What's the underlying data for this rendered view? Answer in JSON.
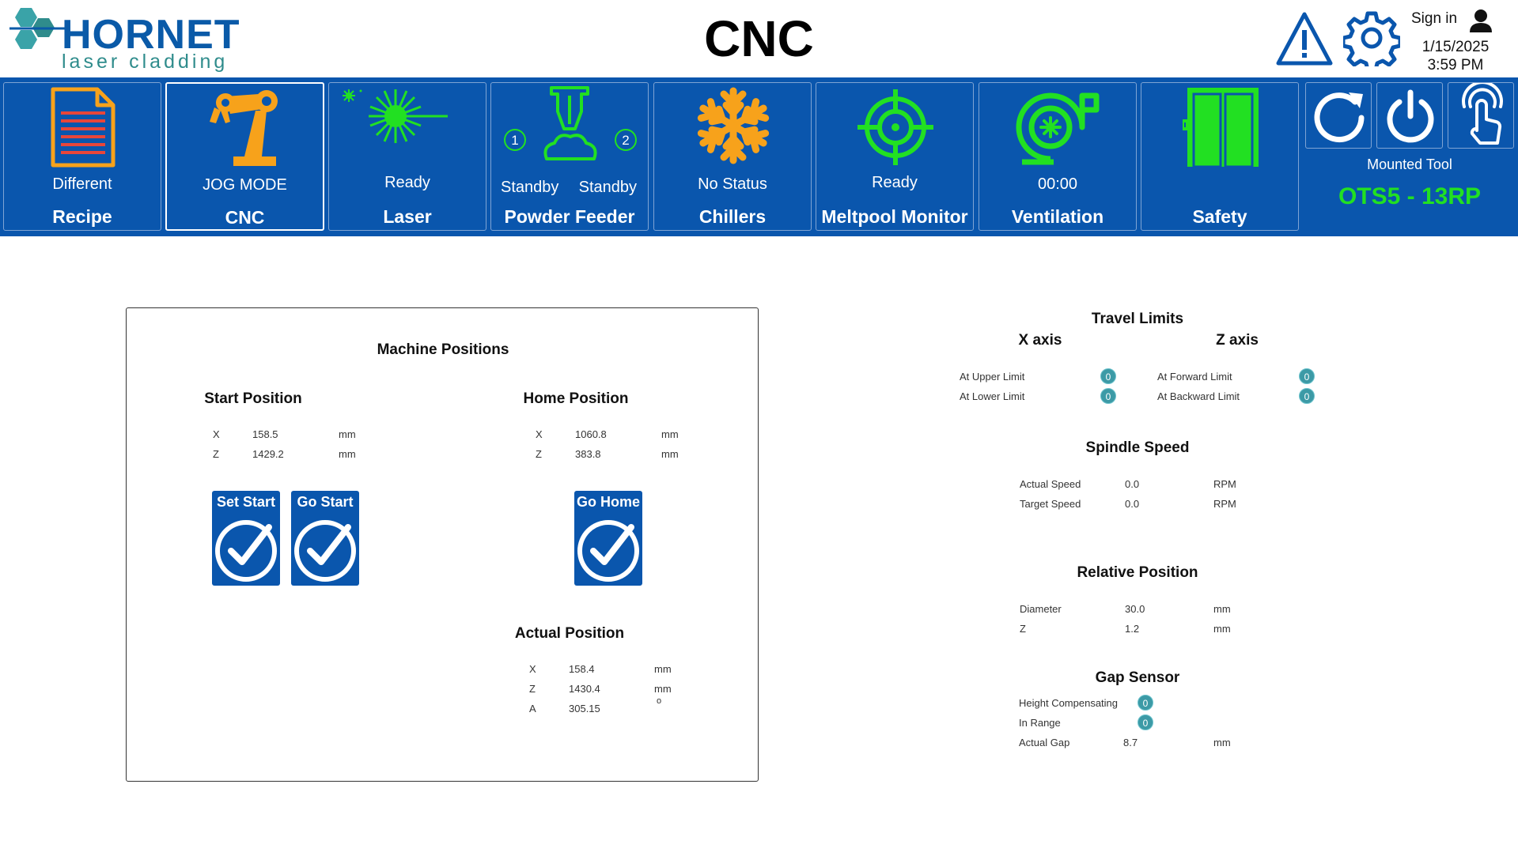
{
  "header": {
    "logo_word": "HORNET",
    "logo_sub": "laser cladding",
    "title": "CNC",
    "sign_in": "Sign in",
    "date": "1/15/2025",
    "time": "3:59 PM"
  },
  "nav": {
    "tiles": [
      {
        "icon": "document-icon",
        "status": "Different",
        "label": "Recipe"
      },
      {
        "icon": "robot-arm-icon",
        "status": "JOG MODE",
        "label": "CNC"
      },
      {
        "icon": "laser-icon",
        "status": "Ready",
        "label": "Laser"
      },
      {
        "icon": "powder-nozzle-icon",
        "status_left": "Standby",
        "status_right": "Standby",
        "badge_left": "1",
        "badge_right": "2",
        "label": "Powder Feeder"
      },
      {
        "icon": "snowflake-icon",
        "status": "No Status",
        "label": "Chillers"
      },
      {
        "icon": "target-icon",
        "status": "Ready",
        "label": "Meltpool Monitor"
      },
      {
        "icon": "fan-icon",
        "status": "00:00",
        "label": "Ventilation"
      },
      {
        "icon": "door-icon",
        "status": "",
        "label": "Safety"
      }
    ],
    "mounted_tool_label": "Mounted Tool",
    "mounted_tool_value": "OTS5 - 13RP"
  },
  "machine_positions": {
    "title": "Machine Positions",
    "start": {
      "title": "Start Position",
      "rows": [
        {
          "axis": "X",
          "value": "158.5",
          "unit": "mm"
        },
        {
          "axis": "Z",
          "value": "1429.2",
          "unit": "mm"
        }
      ],
      "set_start": "Set Start",
      "go_start": "Go Start"
    },
    "home": {
      "title": "Home Position",
      "rows": [
        {
          "axis": "X",
          "value": "1060.8",
          "unit": "mm"
        },
        {
          "axis": "Z",
          "value": "383.8",
          "unit": "mm"
        }
      ],
      "go_home": "Go Home"
    },
    "actual": {
      "title": "Actual Position",
      "rows": [
        {
          "axis": "X",
          "value": "158.4",
          "unit": "mm"
        },
        {
          "axis": "Z",
          "value": "1430.4",
          "unit": "mm"
        },
        {
          "axis": "A",
          "value": "305.15",
          "unit": "o"
        }
      ]
    }
  },
  "travel_limits": {
    "title": "Travel Limits",
    "x_axis": {
      "title": "X axis",
      "rows": [
        {
          "label": "At Upper Limit",
          "value": "0"
        },
        {
          "label": "At Lower Limit",
          "value": "0"
        }
      ]
    },
    "z_axis": {
      "title": "Z axis",
      "rows": [
        {
          "label": "At Forward Limit",
          "value": "0"
        },
        {
          "label": "At Backward Limit",
          "value": "0"
        }
      ]
    }
  },
  "spindle_speed": {
    "title": "Spindle Speed",
    "rows": [
      {
        "label": "Actual Speed",
        "value": "0.0",
        "unit": "RPM"
      },
      {
        "label": "Target Speed",
        "value": "0.0",
        "unit": "RPM"
      }
    ]
  },
  "relative_position": {
    "title": "Relative Position",
    "rows": [
      {
        "label": "Diameter",
        "value": "30.0",
        "unit": "mm"
      },
      {
        "label": "Z",
        "value": "1.2",
        "unit": "mm"
      }
    ]
  },
  "gap_sensor": {
    "title": "Gap Sensor",
    "rows": [
      {
        "label": "Height Compensating",
        "value": "0"
      },
      {
        "label": "In Range",
        "value": "0"
      },
      {
        "label": "Actual Gap",
        "value": "8.7",
        "unit": "mm"
      }
    ]
  },
  "colors": {
    "nav_blue": "#0a56ad",
    "active_green": "#22e022",
    "orange": "#f7a21b",
    "led_teal": "#3c9aa6"
  }
}
